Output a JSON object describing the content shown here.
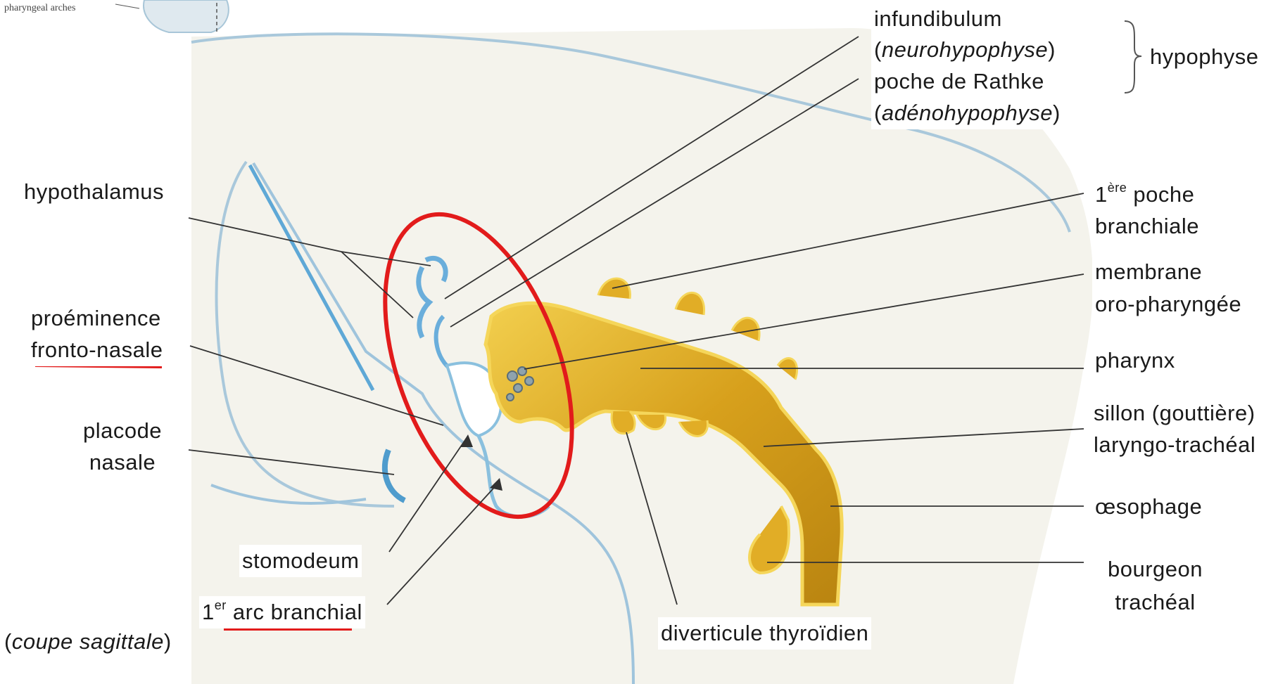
{
  "labels": {
    "thumbnail": "pharyngeal arches",
    "infundibulum_line1": "infundibulum",
    "infundibulum_line2": "neurohypophyse",
    "rathke_line1": "poche de Rathke",
    "rathke_line2": "adénohypophyse",
    "hypophyse": "hypophyse",
    "hypothalamus": "hypothalamus",
    "premiere_poche_sup": "ère",
    "premiere_poche_line1": "poche",
    "premiere_poche_line2": "branchiale",
    "membrane_line1": "membrane",
    "membrane_line2": "oro-pharyngée",
    "proeminence_line1": "proéminence",
    "proeminence_line2": "fronto-nasale",
    "pharynx": "pharynx",
    "placode_line1": "placode",
    "placode_line2": "nasale",
    "sillon_line1": "sillon (gouttière)",
    "sillon_line2": "laryngo-trachéal",
    "oesophage": "œsophage",
    "stomodeum": "stomodeum",
    "bourgeon_line1": "bourgeon",
    "bourgeon_line2": "trachéal",
    "arc_sup": "er",
    "arc_text": "arc branchial",
    "coupe": "coupe sagittale",
    "diverticule": "diverticule thyroïdien",
    "number_one": "1"
  },
  "colors": {
    "background": "#ffffff",
    "embryo_fill": "#f3f1ea",
    "embryo_outline": "#9fc4dc",
    "ectoderm_blue": "#5ea8d6",
    "endoderm_gold": "#d8a520",
    "endoderm_light": "#f2cf4e",
    "highlight_red": "#e21b1b",
    "leader_line": "#3a3a3a"
  }
}
